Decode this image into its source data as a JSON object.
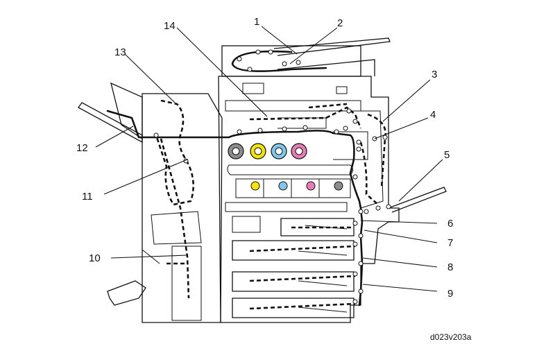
{
  "callouts": [
    {
      "id": "1",
      "text": "1"
    },
    {
      "id": "2",
      "text": "2"
    },
    {
      "id": "3",
      "text": "3"
    },
    {
      "id": "4",
      "text": "4"
    },
    {
      "id": "5",
      "text": "5"
    },
    {
      "id": "6",
      "text": "6"
    },
    {
      "id": "7",
      "text": "7"
    },
    {
      "id": "8",
      "text": "8"
    },
    {
      "id": "9",
      "text": "9"
    },
    {
      "id": "10",
      "text": "10"
    },
    {
      "id": "11",
      "text": "11"
    },
    {
      "id": "12",
      "text": "12"
    },
    {
      "id": "13",
      "text": "13"
    },
    {
      "id": "14",
      "text": "14"
    }
  ],
  "caption": "d023v203a",
  "toner_colors": {
    "black": "#8c8c8c",
    "yellow": "#f2e600",
    "cyan": "#7fc8ea",
    "magenta": "#e87db6"
  }
}
